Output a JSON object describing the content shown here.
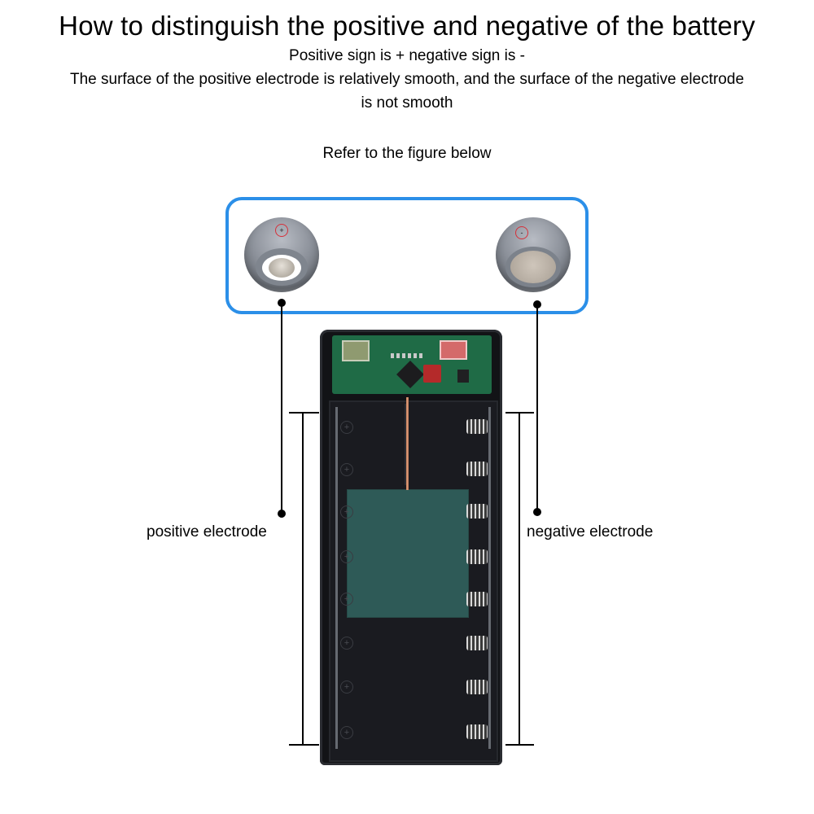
{
  "header": {
    "title": "How to distinguish the positive and negative of the battery",
    "lines": [
      "Positive sign is + negative sign is -",
      "The surface of the positive electrode is relatively smooth, and the surface of the negative electrode",
      "is not smooth"
    ],
    "refer": "Refer to the figure below"
  },
  "callout": {
    "border_color": "#2b8fe8",
    "positive_cell": {
      "sign": "+",
      "icon": "battery-positive-terminal-icon"
    },
    "negative_cell": {
      "sign": "-",
      "icon": "battery-negative-terminal-icon"
    }
  },
  "device": {
    "name": "battery-holder-case",
    "spring_count": 8,
    "plus_mark_count": 8
  },
  "labels": {
    "positive": "positive electrode",
    "negative": "negative electrode"
  },
  "marks": {
    "plus_symbol": "+"
  }
}
